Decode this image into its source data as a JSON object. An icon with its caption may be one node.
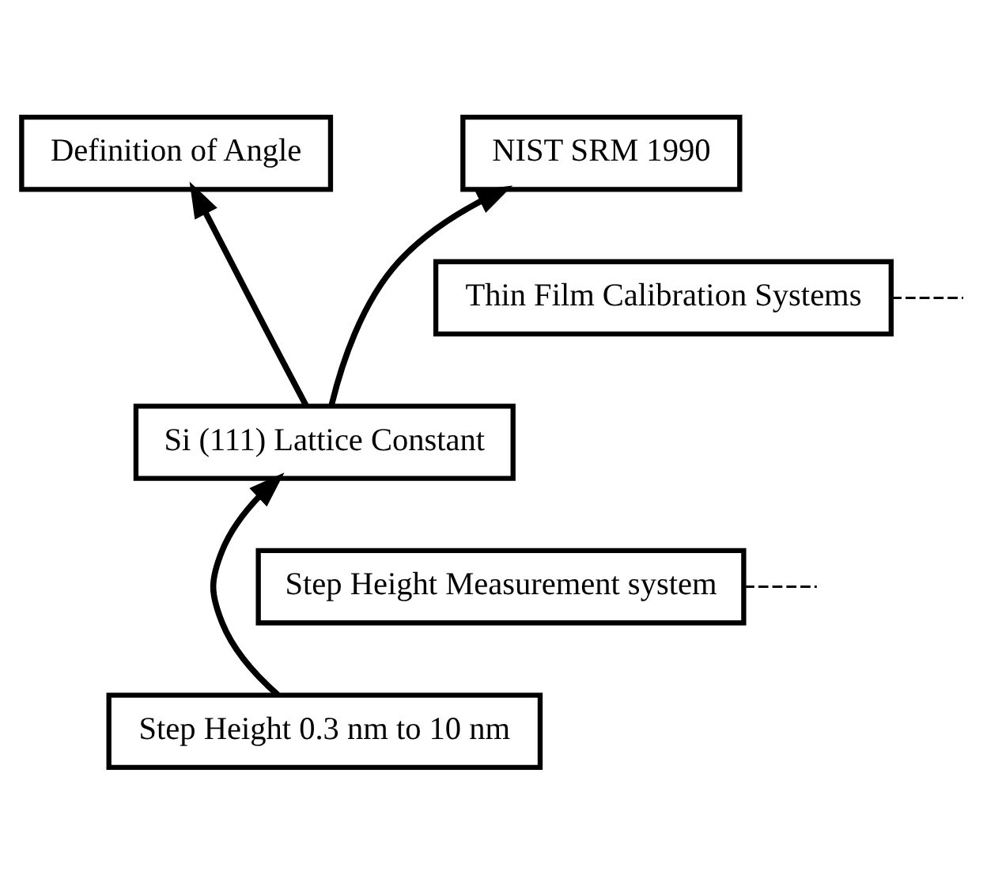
{
  "diagram": {
    "nodes": [
      {
        "text": [
          "Definition of Angle"
        ]
      },
      {
        "text": [
          "NIST SRM 1990"
        ]
      },
      {
        "text": [
          "Thin Film Calibration Systems"
        ]
      },
      {
        "text": [
          "Si (111) Lattice Constant"
        ]
      },
      {
        "text": [
          "Step Height Measurement system"
        ]
      },
      {
        "text": [
          "Step Height 0.3 nm to 10 nm"
        ]
      }
    ],
    "edges": [
      {
        "from": 3,
        "to": 0,
        "arrow": "to"
      },
      {
        "from": 3,
        "to": 1,
        "arrow": "to"
      },
      {
        "from": 2,
        "to": null,
        "arrow": "none",
        "style": "dashed"
      },
      {
        "from": 5,
        "to": 3,
        "arrow": "to"
      },
      {
        "from": 4,
        "to": null,
        "arrow": "none",
        "style": "dashed"
      }
    ]
  }
}
